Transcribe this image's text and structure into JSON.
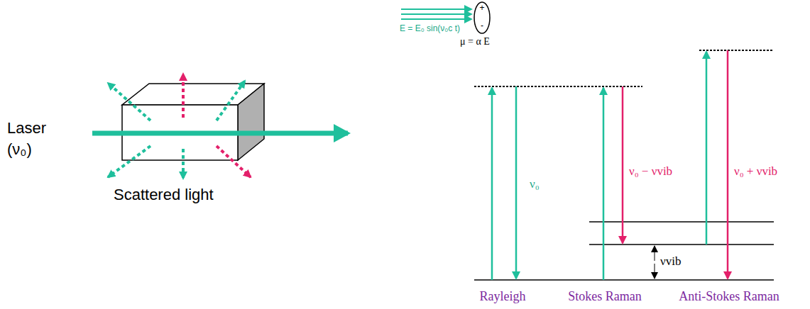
{
  "diagram": {
    "labels": [
      "Laser (ν₀)",
      "Scattered light",
      "E = E₀ sin(ν₀c t)",
      "+",
      "-",
      "μ = α E",
      "ν₀",
      "ν₀ − νvib",
      "ν₀ + νvib",
      "νvib",
      "Rayleigh",
      "Stokes Raman",
      "Anti-Stokes Raman"
    ]
  }
}
